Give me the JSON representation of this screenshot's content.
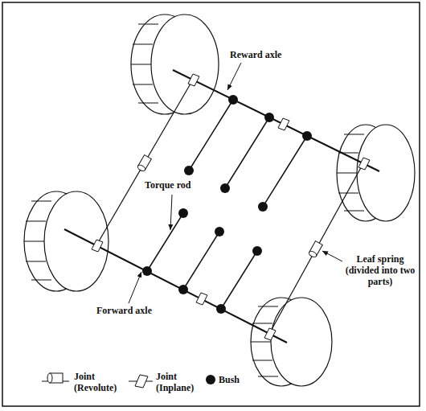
{
  "diagram": {
    "labels": [
      "Reward axle",
      "Torque rod",
      "Leaf spring (divided into two parts)",
      "Forward axle"
    ],
    "legend": [
      {
        "text": "Joint (Revolute)"
      },
      {
        "text": "Joint (Inplane)"
      },
      {
        "text": "Bush"
      }
    ]
  }
}
